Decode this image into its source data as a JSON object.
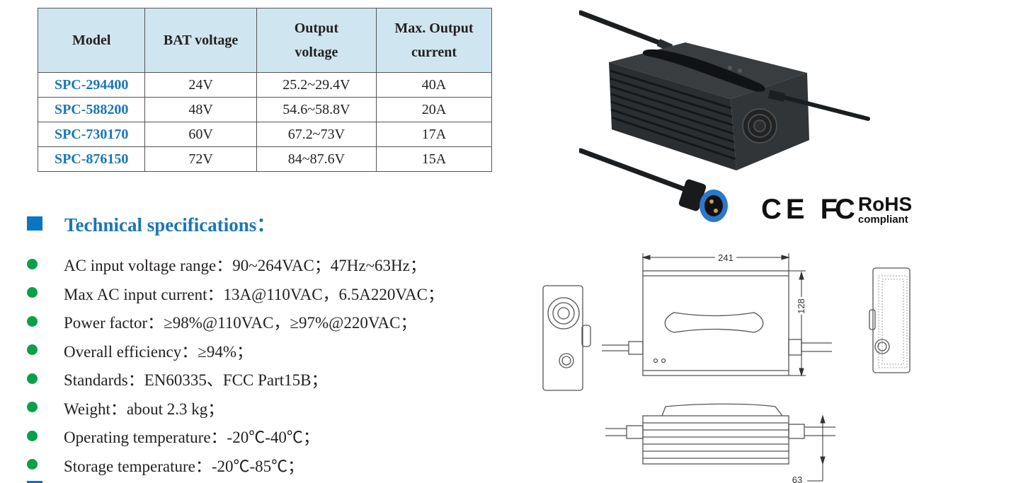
{
  "table": {
    "headers": [
      "Model",
      "BAT voltage",
      "Output voltage",
      "Max. Output current"
    ],
    "header_lines": [
      [
        "Model"
      ],
      [
        "BAT voltage"
      ],
      [
        "Output",
        "voltage"
      ],
      [
        "Max. Output",
        "current"
      ]
    ],
    "rows": [
      {
        "model": "SPC-294400",
        "bat_voltage": "24V",
        "output_voltage": "25.2~29.4V",
        "max_current": "40A"
      },
      {
        "model": "SPC-588200",
        "bat_voltage": "48V",
        "output_voltage": "54.6~58.8V",
        "max_current": "20A"
      },
      {
        "model": "SPC-730170",
        "bat_voltage": "60V",
        "output_voltage": "67.2~73V",
        "max_current": "17A"
      },
      {
        "model": "SPC-876150",
        "bat_voltage": "72V",
        "output_voltage": "84~87.6V",
        "max_current": "15A"
      }
    ]
  },
  "section": {
    "title": "Technical specifications："
  },
  "specs": [
    "AC input voltage range：90~264VAC；47Hz~63Hz；",
    "Max AC input current：13A@110VAC，6.5A220VAC；",
    "Power factor：≥98%@110VAC，≥97%@220VAC；",
    "Overall efficiency：≥94%；",
    "Standards：EN60335、FCC Part15B；",
    "Weight：about 2.3 kg；",
    "Operating temperature：-20℃-40℃；",
    "Storage temperature：-20℃-85℃；"
  ],
  "certifications": {
    "ce": "CE",
    "fcc": "FC",
    "rohs": "RoHS",
    "rohs_sub": "compliant"
  },
  "dimensions": {
    "length": "241",
    "width": "128",
    "height": "63"
  },
  "colors": {
    "accent_blue": "#1a76b8",
    "square_blue": "#0b74c4",
    "bullet_green": "#0aa04a",
    "header_bg": "#cfe6f1"
  }
}
